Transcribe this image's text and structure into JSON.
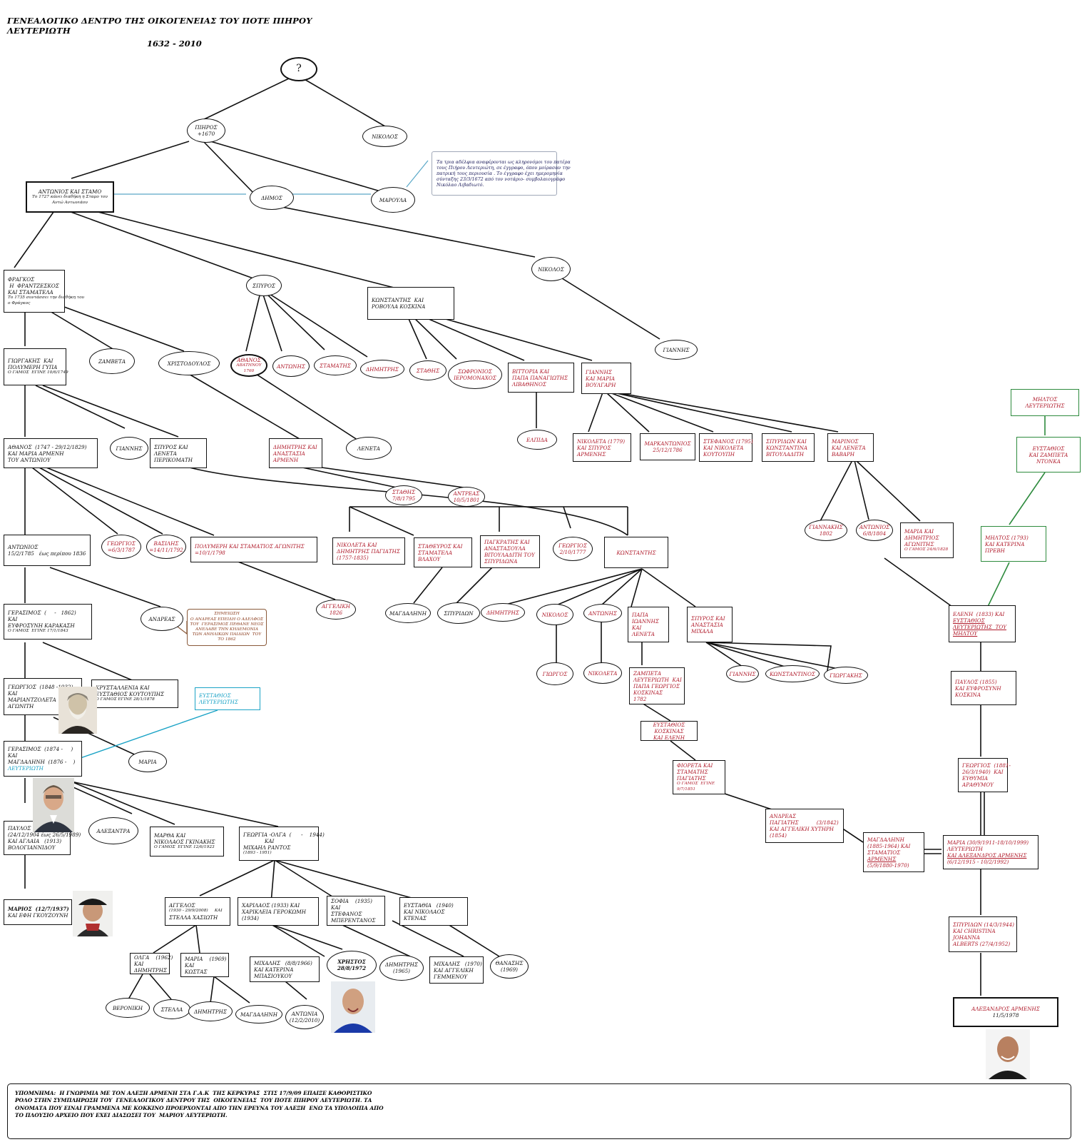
{
  "title": "ΓΕΝΕΑΛΟΓΙΚΟ ΔΕΝΤΡΟ ΤΗΣ ΟΙΚΟΓΕΝΕΙΑΣ ΤΟΥ ΠΟΤΕ ΠΙΗΡΟΥ ΛΕΥΤΕΡΙΩΤΗ",
  "years": "1632 - 2010",
  "nodes": {
    "root": [
      "?"
    ],
    "pieros": [
      "ΠΙΗΡΟΣ",
      "+1670"
    ],
    "nikolaos_1": [
      "ΝΙΚΟΛΟΣ"
    ],
    "antonios_stamo": [
      "ΑΝΤΩΝΙΟΣ ΚΑΙ ΣΤΑΜΟ",
      "Το 1727 κάνει διαθήκη η Σταμο του",
      "Αντώ Αντωνιάου"
    ],
    "dimos": [
      "ΔΗΜΟΣ"
    ],
    "maroula": [
      "ΜΑΡΟΥΛΑ"
    ],
    "note_siblings": [
      "Τα τρια αδέλφια αναφέρονται ως κληρονόμοι του πατέρα",
      "τους Πιήρου Λευτεριώτη, σε έγγραφο, όπου μοίρασαν την",
      "πατρική τους περιουσία . Το έγγραφο έχει ημερομηνία",
      "σύνταξης 23/3/1672 από τον νοτάριο- συμβολαιογράφο",
      "Νικόλαο Λιβαδιωτό."
    ],
    "fragkos": [
      "ΦΡΑΓΚΟΣ",
      " Η  ΦΡΑΝΤΖΕΣΚΟΣ",
      "ΚΑΙ ΣΤΑΜΑΤΕΛΑ",
      "Το 1735 συντάσσει την διαθήκη του",
      "ο Φράγκος"
    ],
    "spyros_1": [
      "ΣΠΥΡΟΣ"
    ],
    "konstantis_rovoula": [
      "ΚΩΝΣΤΑΝΤΗΣ  ΚΑΙ",
      "ΡΟΒΟΥΛΑ ΚΟΣΚΙΝΑ"
    ],
    "nikolaos_2": [
      "ΝΙΚΟΛΟΣ"
    ],
    "giannis_1": [
      "ΓΙΑΝΝΗΣ"
    ],
    "giorgakis_polymeri": [
      "ΓΙΩΡΓΑΚΗΣ  ΚΑΙ",
      "ΠΟΛΥΜΕΡΗ ΓΥΠΑ",
      "Ο ΓΑΜΟΣ  ΕΓΙΝΕ 10/6/1749"
    ],
    "zamvetta": [
      "ΖΑΜΒΕΤΑ"
    ],
    "christodoulos": [
      "ΧΡΙΣΤΟΔΟΥΛΟΣ"
    ],
    "athanos": [
      "ΑΘΑΝΟΣ",
      "ΑΒΑΤΗΝΟΥ",
      "1760"
    ],
    "antonis_1": [
      "ΑΝΤΩΝΗΣ"
    ],
    "stamatis_1": [
      "ΣΤΑΜΑΤΗΣ"
    ],
    "dimitris_1": [
      "ΔΗΜΗΤΡΗΣ"
    ],
    "stathis": [
      "ΣΤΑΘΗΣ"
    ],
    "sofronios": [
      "ΣΩΦΡΟΝΙΟΣ",
      "ΙΕΡΟΜΟΝΑΧΟΣ"
    ],
    "vittoria": [
      "ΒΙΤΤΟΡΙΑ ΚΑΙ",
      "ΠΑΠΑ ΠΑΝΑΓΙΩΤΗΣ",
      "ΛΙΒΑΘΗΝΟΣ"
    ],
    "giannis_maria": [
      "ΓΙΑΝΝΗΣ",
      "ΚΑΙ ΜΑΡΙΑ",
      "ΒΟΥΛΓΑΡΗ"
    ],
    "elpida": [
      "ΕΛΠΙΔΑ"
    ],
    "nikoleta_1779": [
      "ΝΙΚΟΛΕΤΑ (1779)",
      "ΚΑΙ ΣΠΥΡΟΣ",
      "ΑΡΜΕΝΗΣ"
    ],
    "markantonios": [
      "ΜΑΡΚΑΝΤΩΝΙΟΣ",
      "25/12/1786"
    ],
    "stefanos_1795": [
      "ΣΤΕΦΑΝΟΣ (1795)",
      "ΚΑΙ ΝΙΚΟΛΕΤΑ",
      "ΚΟΥΤΟΥΠΗ"
    ],
    "spyridon_konstantina": [
      "ΣΠΥΡΙΔΩΝ ΚΑΙ",
      "ΚΩΝΣΤΑΝΤΙΝΑ",
      "ΒΙΤΟΥΛΑΔΙΤΗ"
    ],
    "marinos_lenetta": [
      "ΜΑΡΙΝΟΣ",
      "ΚΑΙ ΛΕΝΕΤΑ",
      "ΒΑΒΑΡΗ"
    ],
    "miltos_top": [
      "ΜΗΛΤΟΣ",
      "ΛΕΥΤΕΡΙΩΤΗΣ"
    ],
    "efstathios_zambeta": [
      "ΕΥΣΤΑΘΙΟΣ",
      "ΚΑΙ ΖΑΜΠΕΤΑ",
      "ΝΤΟΝΚΑ"
    ],
    "giannis_2": [
      "ΓΙΑΝΝΗΣ"
    ],
    "spyros_lenetta": [
      "ΣΠΥΡΟΣ ΚΑΙ",
      "ΛΕΝΕΤΑ",
      "ΠΕΡΙΚΟΜΑΤΗ"
    ],
    "athanos_maria": [
      "ΑΘΑΝΟΣ  (1747 - 29/12/1829)",
      "ΚΑΙ ΜΑΡΙΑ ΑΡΜΕΝΗ",
      "ΤΟΥ ΑΝΤΩΝΙΟΥ"
    ],
    "dimitris_anastasia": [
      "ΔΗΜΗΤΡΗΣ ΚΑΙ",
      "ΑΝΑΣΤΑΣΙΑ",
      "ΑΡΜΕΝΗ"
    ],
    "lenetta": [
      "ΛΕΝΕΤΑ"
    ],
    "stathis_1795": [
      "ΣΤΑΘΗΣ",
      "7/8/1795"
    ],
    "andreas_1801": [
      "ΑΝΤΡΕΑΣ",
      "10/5/1801"
    ],
    "giannakis_1802": [
      "ΓΙΑΝΝΑΚΗΣ",
      "1802"
    ],
    "antonios_1804": [
      "ΑΝΤΩΝΙΟΣ",
      "6/8/1804"
    ],
    "maria_dimitrios": [
      "ΜΑΡΙΑ ΚΑΙ",
      "ΔΗΜΗΤΡΙΟΣ",
      "ΑΓΩΝΙΤΗΣ",
      "Ο ΓΑΜΟΣ 24/6/1828"
    ],
    "miltos_1793": [
      "ΜΗΛΤΟΣ (1793)",
      "ΚΑΙ ΚΑΤΕΡΙΝΑ",
      "ΠΡΕΒΗ"
    ],
    "antonios_1785": [
      "ΑΝΤΩΝΙΟΣ",
      "15/2/1785   έως περίπου 1836"
    ],
    "georgios_1787": [
      "ΓΕΩΡΓΙΟΣ",
      "=6/3/1787"
    ],
    "vasilis_1792": [
      "ΒΑΣΙΛΗΣ",
      "=14/11/1792"
    ],
    "polymeri_stamatios": [
      "ΠΟΛΥΜΕΡΗ ΚΑΙ ΣΤΑΜΑΤΙΟΣ ΑΓΩΝΙΤΗΣ",
      "=10/1/1798"
    ],
    "nikoleta_dimitris": [
      "ΝΙΚΟΛΕΤΑ ΚΑΙ",
      "ΔΗΜΗΤΡΗΣ ΠΑΓΙΑΤΗΣ",
      "(1757-1835)"
    ],
    "stavroula": [
      "ΣΤΑΘΕΥΡΟΣ ΚΑΙ",
      "ΣΤΑΜΑΤΕΛΑ",
      "ΒΛΑΧΟΥ"
    ],
    "pagkratis": [
      "ΠΑΓΚΡΑΤΗΣ ΚΑΙ",
      "ΑΝΑΣΤΑΣΟΥΛΑ",
      "ΒΙΤΟΥΛΑΔΙΤΗ ΤΟΥ",
      "ΣΠΥΡΙΔΩΝΑ"
    ],
    "georgios_1777": [
      "ΓΕΩΡΓΙΟΣ",
      "2/10/1777"
    ],
    "konstantis_2": [
      "ΚΩΝΣΤΑΝΤΗΣ"
    ],
    "gerasimos_efrosyni": [
      "ΓΕΡΑΣΙΜΟΣ  (     -   1862)",
      "ΚΑΙ",
      "ΕΥΦΡΟΣΥΝΗ ΚΑΡΑΚΑΣΗ",
      "Ο ΓΑΜΟΣ  ΕΓΙΝΕ 17/1/1843"
    ],
    "andreas_2": [
      "ΑΝΔΡΕΑΣ"
    ],
    "note_andreas": [
      "ΣΗΜΕΙΩΣΗ",
      "Ο ΑΝΔΡΕΑΣ ΕΠΕΙΔΗ Ο ΑΔΕΛΦΟΣ",
      "ΤΟΥ  ΓΕΡΑΣΙΜΟΣ ΠΕΘΑΝΕ ΝΕΟΣ",
      "ΑΝΕΛΑΒΕ ΤΗΝ ΚΗΔΕΜΟΝΙΑ",
      "ΤΩΝ ΑΝΗΛΙΚΩΝ ΠΑΙΔΙΩΝ  ΤΟΥ",
      "ΤΟ 1862"
    ],
    "angeliki_1826": [
      "ΑΓΓΕΛΙΚΗ",
      "1826"
    ],
    "magdalini_1": [
      "ΜΑΓΔΑΛΗΝΗ"
    ],
    "spyridon_1": [
      "ΣΠΥΡΙΔΩΝ"
    ],
    "dimitris_2": [
      "ΔΗΜΗΤΡΗΣ"
    ],
    "nikolaos_3": [
      "ΝΙΚΟΛΟΣ"
    ],
    "antonis_2": [
      "ΑΝΤΩΝΗΣ"
    ],
    "papa_ioannis": [
      "ΠΑΠΑ",
      "ΙΩΑΝΝΗΣ",
      "ΚΑΙ",
      "ΛΕΝΕΤΑ"
    ],
    "spyros_anastasia": [
      "ΣΠΥΡΟΣ ΚΑΙ",
      "ΑΝΑΣΤΑΣΙΑ",
      "ΜΙΧΑΛΑ"
    ],
    "giorgos_1": [
      "ΓΙΩΡΓΟΣ"
    ],
    "nikoleta_2": [
      "ΝΙΚΟΛΕΤΑ"
    ],
    "zambeta_papa": [
      "ΖΑΜΠΕΤΑ",
      "ΛΕΥΤΕΡΙΩΤΗ  ΚΑΙ",
      "ΠΑΠΑ ΓΕΩΡΓΙΟΣ",
      "ΚΟΣΚΙΝΑΣ",
      "1782"
    ],
    "giannis_3": [
      "ΓΙΑΝΝΗΣ"
    ],
    "konstantinos_3": [
      "ΚΩΝΣΤΑΝΤΙΝΟΣ"
    ],
    "giorgakis_2": [
      "ΓΙΩΡΓΑΚΗΣ"
    ],
    "eleni_1833": [
      "ΕΛΕΝΗ  (1833) ΚΑΙ",
      "ΕΥΣΤΑΘΙΟΣ",
      "ΛΕΥΤΕΡΙΩΤΗΣ  ΤΟΥ",
      "ΜΗΛΤΟΥ"
    ],
    "georgios_marianthi": [
      "ΓΕΩΡΓΙΟΣ  (1848 -1932)",
      "ΚΑΙ",
      "ΜΑΡΙΑΝΤΖΟΛΕΤΑ",
      "ΑΓΩΝΙΤΗ"
    ],
    "krystallenia": [
      "ΚΡΥΣΤΑΛΛΕΝΙΑ ΚΑΙ",
      "ΕΥΣΤΑΘΙΟΣ ΚΟΥΤΟΥΠΗΣ",
      "Ο ΓΑΜΟΣ ΕΓΙΝΕ 28/1/1878"
    ],
    "efstathios_box": [
      "ΕΥΣΤΑΘΙΟΣ",
      "ΛΕΥΤΕΡΙΩΤΗΣ"
    ],
    "efstathios_eleni": [
      "ΕΥΣΤΑΘΙΟΣ",
      "ΚΟΣΚΙΝΑΣ",
      "ΚΑΙ ΕΛΕΝΗ"
    ],
    "pavlos_1855": [
      "ΠΑΥΛΟΣ (1855)",
      "ΚΑΙ ΕΥΦΡΟΣΥΝΗ",
      "ΚΟΣΚΙΝΑ"
    ],
    "gerasimos_magdalini": [
      "ΓΕΡΑΣΙΜΟΣ  (1874 -     )",
      "ΚΑΙ",
      "ΜΑΓΔΑΛΗΝΗ  (1876 -    )",
      "ΛΕΥΤΕΡΙΩΤΗ"
    ],
    "maria_1": [
      "ΜΑΡΙΑ"
    ],
    "fioreta": [
      "ΦΙΟΡΕΤΑ ΚΑΙ",
      "ΣΤΑΜΑΤΗΣ",
      "ΠΑΓΙΑΤΗΣ",
      "Ο ΓΑΜΟΣ  ΕΓΙΝΕ",
      "9/7/1851"
    ],
    "georgios_1881": [
      "ΓΕΩΡΓΙΟΣ  (1881-",
      "26/3/1940)  ΚΑΙ",
      "ΕΥΘΥΜΙΑ",
      "ΑΡΑΘΥΜΟΥ"
    ],
    "andreas_angeliki": [
      "ΑΝΔΡΕΑΣ",
      "ΠΑΓΙΑΤΗΣ           (3/1842)",
      "ΚΑΙ ΑΓΓΕΛΙΚΗ ΧΥΤΗΡΗ",
      "(1854)"
    ],
    "pavlos_aglaia": [
      "ΠΑΥΛΟΣ",
      "(24/12/1904 έως 26/5/1989)",
      "ΚΑΙ ΑΓΛΑΙΑ   (1913)",
      "ΒΟΛΟΓΙΑΝΝΙΔΟΥ"
    ],
    "alexandra": [
      "ΑΛΕΞΑΝΤΡΑ"
    ],
    "marta_nikolaos": [
      "ΜΑΡΘΑ ΚΑΙ",
      "ΝΙΚΟΛΑΟΣ ΓΚΙΝΑΚΗΣ",
      "Ο ΓΑΜΟΣ  ΕΓΙΝΕ 12/6/1923"
    ],
    "georgia_olga": [
      "ΓΕΩΡΓΙΑ -ΟΛΓΑ  (      -    1944)",
      "ΚΑΙ",
      "ΜΙΧΑΗΛ ΡΑΝΤΟΣ",
      "(1893 - 1951)"
    ],
    "magdalini_2": [
      "ΜΑΓΔΑΛΗΝΗ",
      "(1885-1964) ΚΑΙ",
      "ΣΤΑΜΑΤΙΟΣ",
      "ΑΡΜΕΝΗΣ",
      "(5/9/1880-1970)"
    ],
    "maria_1911": [
      "ΜΑΡΙΑ (30/9/1911-18/10/1999)",
      "ΛΕΥΤΕΡΙΩΤΗ",
      "ΚΑΙ ΑΛΕΞΑΝΔΡΟΣ ΑΡΜΕΝΗΣ",
      "(6/12/1915 - 10/2/1992)"
    ],
    "marios": [
      "ΜΑΡΙΟΣ  (12/7/1937)",
      "ΚΑΙ ΕΦΗ ΓΚΟΥΖΟΥΝΗ"
    ],
    "angelos": [
      "ΑΓΓΕΛΟΣ",
      "(1930 - 29/9/2008)     ΚΑΙ",
      "ΣΤΕΛΛΑ ΧΑΣΙΩΤΗ"
    ],
    "charilaos": [
      "ΧΑΡΙΛΑΟΣ (1933) ΚΑΙ",
      "ΧΑΡΙΚΛΕΙΑ ΓΕΡΟΚΩΜΗ",
      "(1934)"
    ],
    "sofia": [
      "ΣΟΦΙΑ    (1935)",
      "ΚΑΙ",
      "ΣΤΕΦΑΝΟΣ",
      "ΜΠΕΡΕΝΤΑΝΟΣ"
    ],
    "efstathia": [
      "ΕΥΣΤΑΘΙΑ   (1940)",
      "ΚΑΙ ΝΙΚΟΛΑΟΣ",
      "ΚΤΕΝΑΣ"
    ],
    "spyridon_1944": [
      "ΣΠΥΡΙΔΩΝ (14/3/1944)",
      "ΚΑΙ CHRISTINA",
      "JOHANNA",
      "ALBERTS (27/4/1952)"
    ],
    "olga_1962": [
      "ΟΛΓΑ    (1962)",
      "ΚΑΙ",
      "ΔΗΜΗΤΡΗΣ"
    ],
    "maria_1969": [
      "ΜΑΡΙΑ    (1969)",
      "ΚΑΙ",
      "ΚΩΣΤΑΣ"
    ],
    "michalis_1966": [
      "ΜΙΧΑΛΗΣ   (8/8/1966)",
      "ΚΑΙ ΚΑΤΕΡΙΝΑ",
      "ΜΠΑΣΙΟΥΚΟΥ"
    ],
    "christos_1972": [
      "ΧΡΗΣΤΟΣ",
      "28/8/1972"
    ],
    "dimitris_1965": [
      "ΔΗΜΗΤΡΗΣ",
      "(1965)"
    ],
    "michalis_1970": [
      "ΜΙΧΑΛΗΣ   (1970)",
      "ΚΑΙ ΑΓΓΕΛΙΚΗ",
      "ΓΕΜΜΕΝΟΥ"
    ],
    "thanasis_1969": [
      "ΘΑΝΑΣΗΣ",
      "(1969)"
    ],
    "veroniki": [
      "ΒΕΡΟΝΙΚΗ"
    ],
    "stella": [
      "ΣΤΕΛΛΑ"
    ],
    "dimitris_3": [
      "ΔΗΜΗΤΡΗΣ"
    ],
    "magdalini_3": [
      "ΜΑΓΔΑΛΗΝΗ"
    ],
    "antonia_2010": [
      "ΑΝΤΩΝΙΑ",
      "(12/2/2010)"
    ],
    "alexandros_1978": [
      "ΑΛΕΞΑΝΔΡΟΣ ΑΡΜΕΝΗΣ",
      "11/5/1978"
    ]
  },
  "footer": [
    "ΥΠΟΜΝΗΜΑ:  Η ΓΝΩΡΙΜΙΑ ΜΕ ΤΟΝ ΑΛΕΞΗ ΑΡΜΕΝΗ ΣΤΑ Γ.Α.Κ  ΤΗΣ ΚΕΡΚΥΡΑΣ  ΣΤΙΣ 17/9/09 ΕΠΑΙΞΕ ΚΑΘΟΡΙΣΤΙΚΟ",
    "ΡΟΛΟ ΣΤΗΝ ΣΥΜΠΛΗΡΩΣΗ ΤΟΥ  ΓΕΝΕΑΛΟΓΙΚΟΥ ΔΕΝΤΡΟΥ ΤΗΣ  ΟΙΚΟΓΕΝΕΙΑΣ  ΤΟΥ ΠΟΤΕ ΠΙΗΡΟΥ ΛΕΥΤΕΡΙΩΤΗ. ΤΑ",
    "ΟΝΟΜΑΤΑ ΠΟΥ ΕΙΝΑΙ ΓΡΑΜΜΕΝΑ ΜΕ ΚΟΚΚΙΝΟ ΠΡΟΕΡΧΟΝΤΑΙ ΑΠΟ ΤΗΝ ΕΡΕΥΝΑ ΤΟΥ ΑΛΕΞΗ  ΕΝΩ ΤΑ ΥΠΟΛΟΙΠΑ ΑΠΟ",
    "ΤΟ ΠΛΟΥΣΙΟ ΑΡΧΕΙΟ ΠΟΥ ΕΧΕΙ ΔΙΑΣΩΣΕΙ ΤΟΥ  ΜΑΡΙΟΥ ΛΕΥΤΕΡΙΩΤΗ."
  ],
  "colors": {
    "red_text": "#b01a2a",
    "black": "#111111",
    "green": "#2e8b3e",
    "teal": "#1ba3c6",
    "brown": "#8a5a3a",
    "note_text": "#1a1a5a"
  },
  "photos": [
    "photo-georgios-portrait",
    "photo-pavlos-portrait",
    "photo-marios-portrait",
    "photo-christos-portrait",
    "photo-alexandros-portrait"
  ]
}
